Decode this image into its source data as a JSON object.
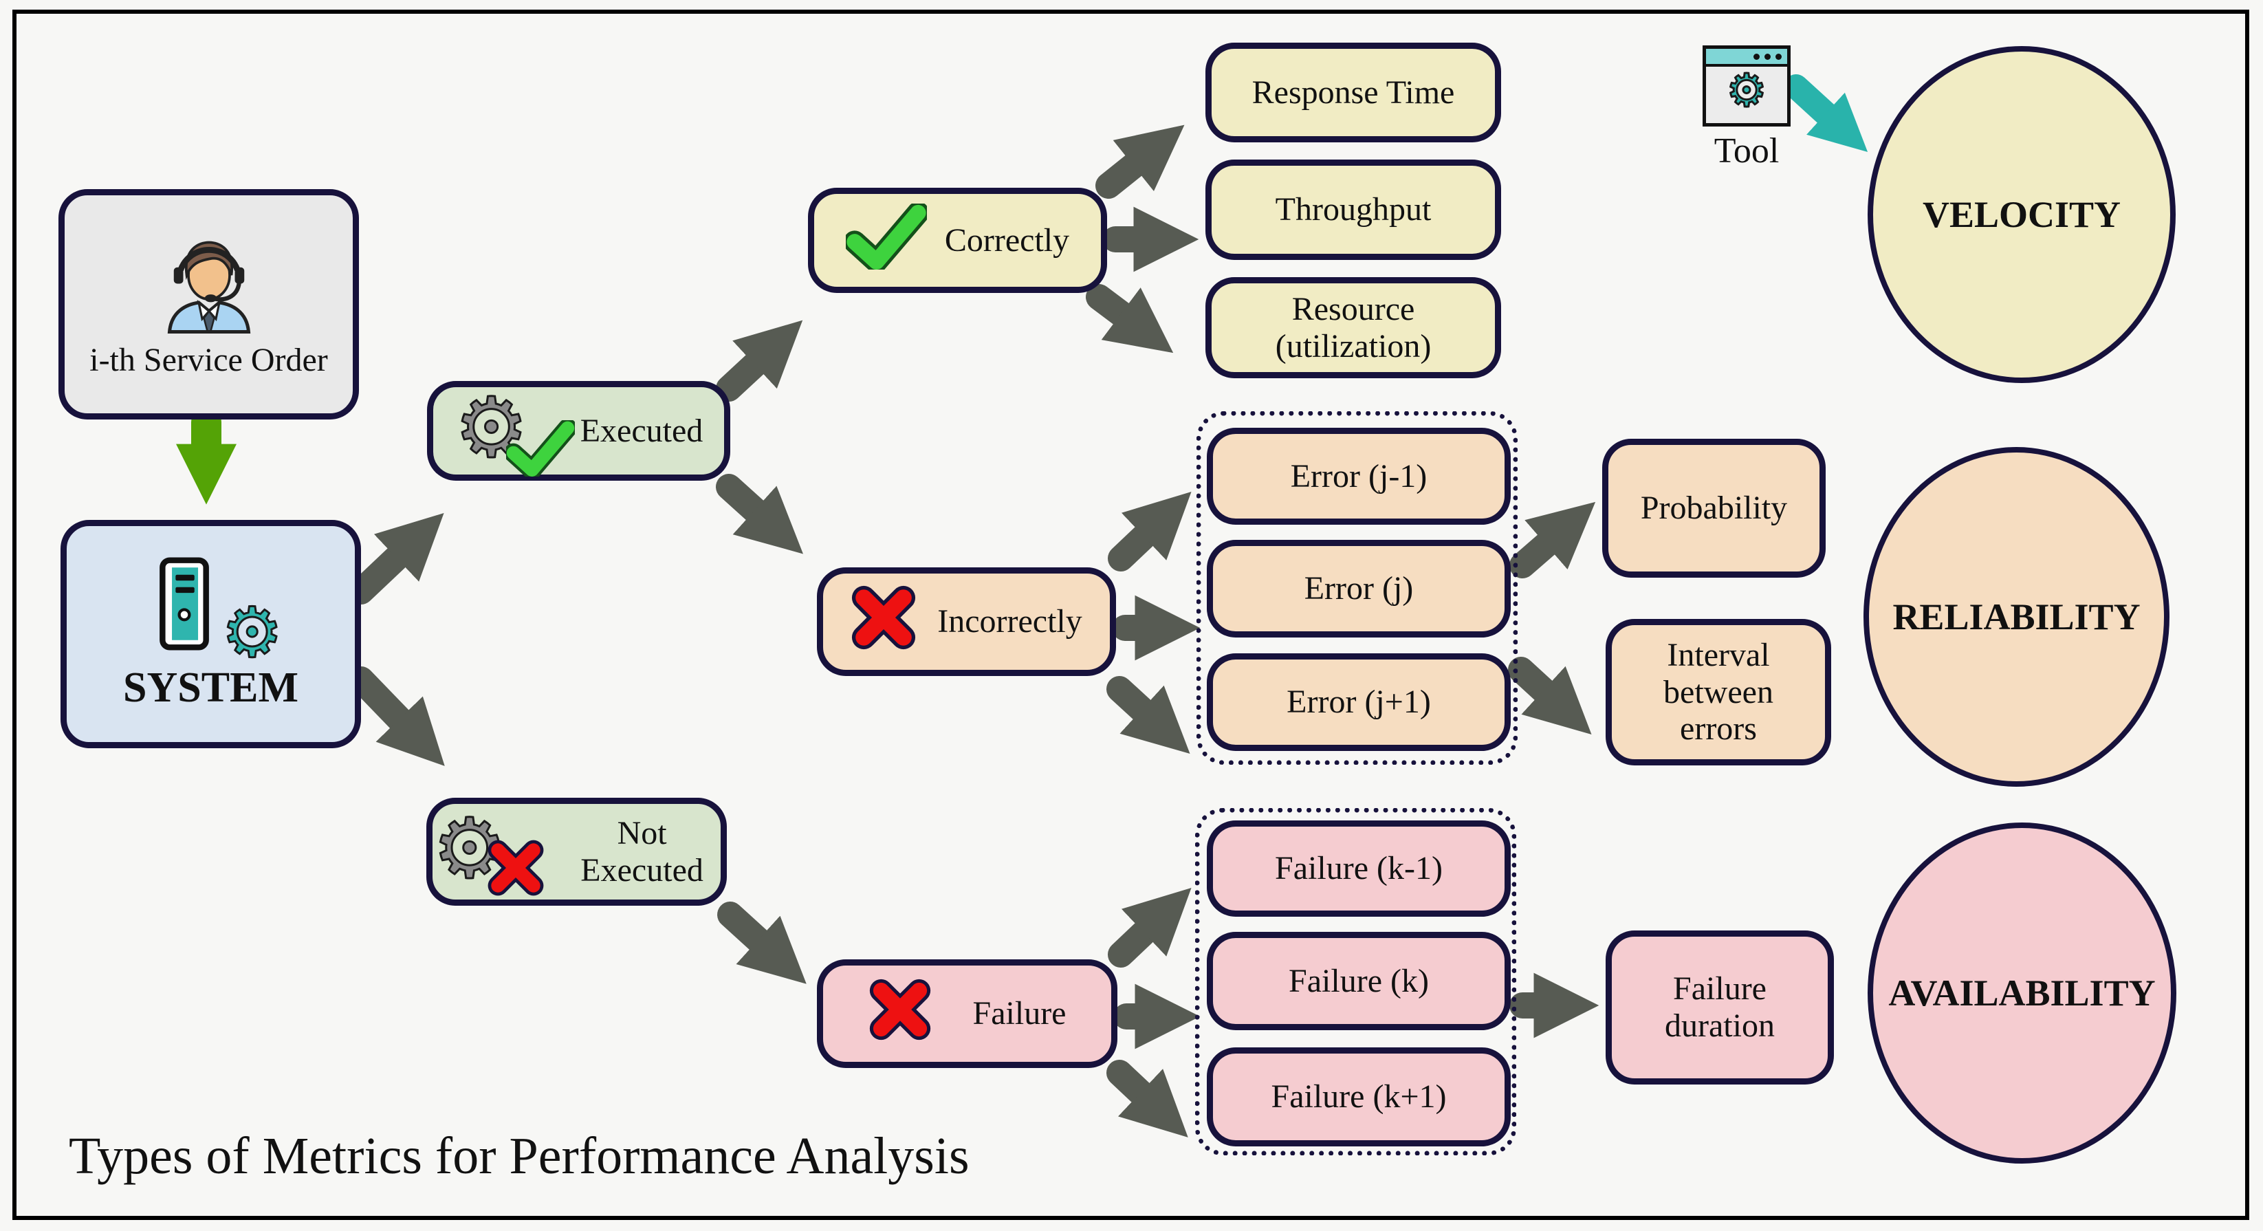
{
  "title": "Types of Metrics for Performance Analysis",
  "nodes": {
    "service_order": "i-th Service Order",
    "system": "SYSTEM",
    "executed": "Executed",
    "not_executed": "Not Executed",
    "correctly": "Correctly",
    "incorrectly": "Incorrectly",
    "failure": "Failure",
    "response_time": "Response Time",
    "throughput": "Throughput",
    "resource_utilization": "Resource (utilization)",
    "error_prev": "Error (j-1)",
    "error_curr": "Error (j)",
    "error_next": "Error (j+1)",
    "probability": "Probability",
    "interval_between_errors": "Interval between errors",
    "failure_prev": "Failure (k-1)",
    "failure_curr": "Failure (k)",
    "failure_next": "Failure (k+1)",
    "failure_duration": "Failure duration",
    "tool": "Tool",
    "velocity": "VELOCITY",
    "reliability": "RELIABILITY",
    "availability": "AVAILABILITY"
  },
  "icons": {
    "gear_glyph": "⚙",
    "person_headset": "person-headset-icon",
    "server_gear": "server-gear-icon",
    "gear_check": "gear-check-icon",
    "gear_x": "gear-x-icon",
    "check": "green-check-icon",
    "cross": "red-x-icon",
    "tool_window": "tool-window-icon"
  },
  "colors": {
    "background": "#f7f7f5",
    "border_navy": "#17123c",
    "box_gray": "#e9e9e9",
    "box_blue": "#d9e4f1",
    "box_green": "#d8e5cd",
    "box_yellow": "#f1ecc4",
    "box_peach": "#f6ddc1",
    "box_pink": "#f5ccd0",
    "arrow_gray": "#575b53",
    "arrow_green": "#54a306",
    "arrow_teal": "#29b3ab",
    "icon_teal": "#2fb5ae",
    "check_green": "#3ed33e",
    "cross_red": "#ee1111"
  }
}
